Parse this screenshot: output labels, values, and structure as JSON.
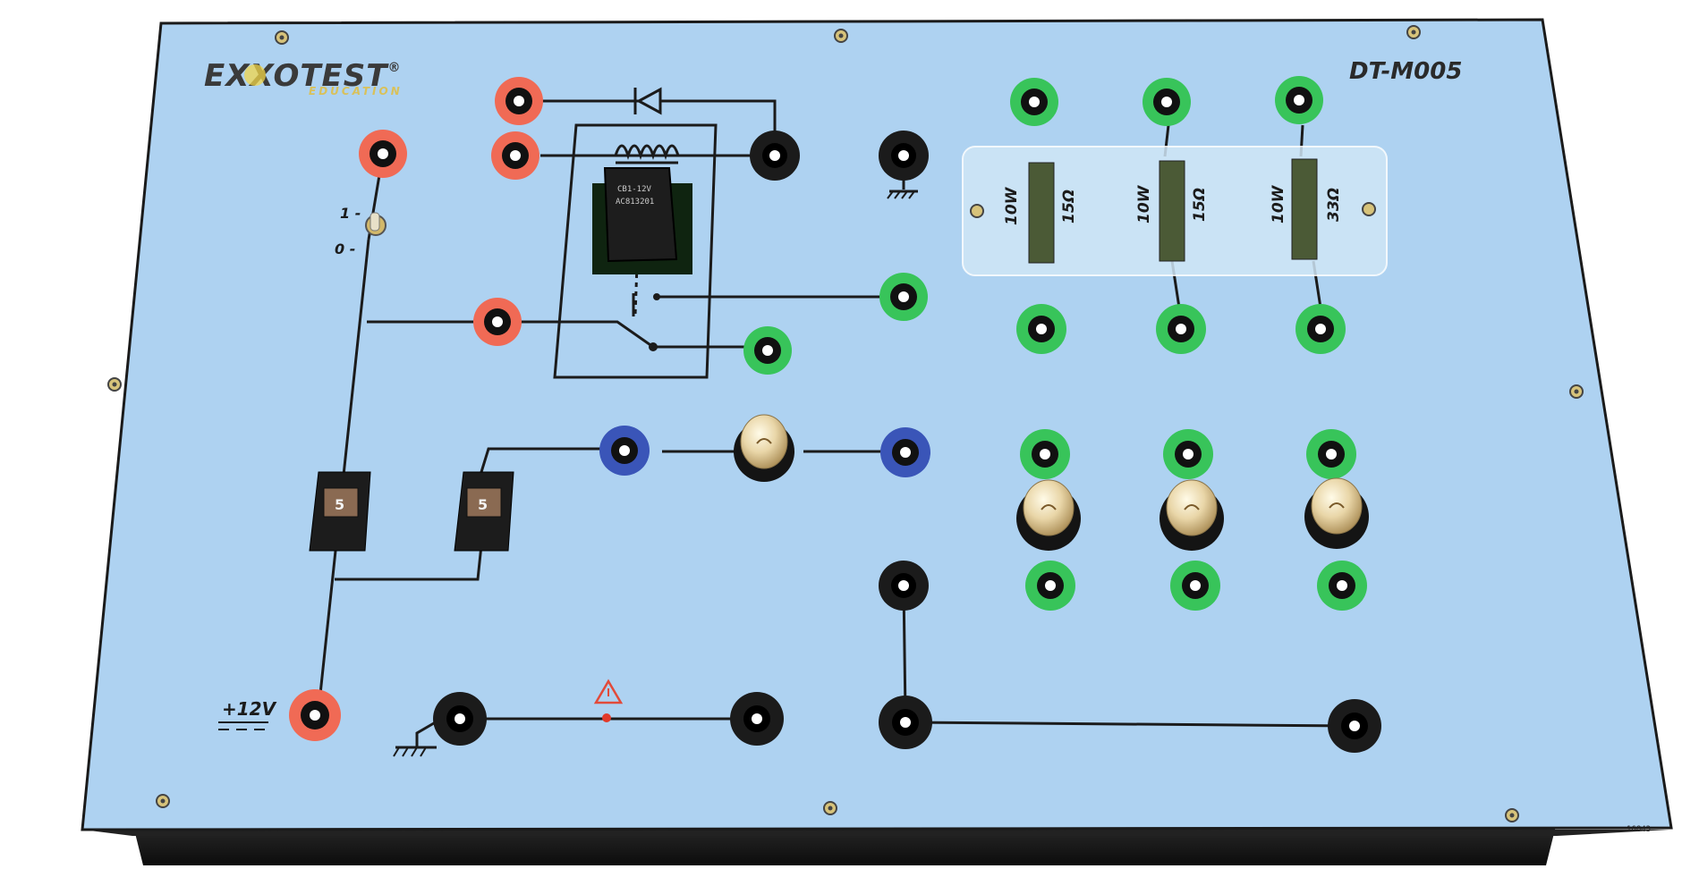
{
  "board": {
    "brand": "EXXOTEST",
    "brand_mark": "®",
    "brand_sub": "EDUCATION",
    "model": "DT-M005",
    "serial": "16843",
    "switch_on_label": "1 -",
    "switch_off_label": "0 -",
    "supply_label": "+12V",
    "relay_text_1": "CB1-12V",
    "relay_text_2": "AC813201",
    "fuse_value": "5",
    "resistors": [
      {
        "power": "10W",
        "ohms": "15Ω"
      },
      {
        "power": "10W",
        "ohms": "15Ω"
      },
      {
        "power": "10W",
        "ohms": "33Ω"
      }
    ]
  },
  "colors": {
    "panel": "#a9cff0",
    "red": "#f06a55",
    "green": "#38c45a",
    "blue": "#3a55b8",
    "black": "#1b1b1b"
  },
  "icons": [
    "ground-symbol-icon",
    "diode-symbol-icon",
    "coil-symbol-icon",
    "warning-triangle-icon",
    "screw-icon",
    "bulb-icon",
    "fuse-icon",
    "toggle-switch-icon",
    "relay-icon"
  ]
}
